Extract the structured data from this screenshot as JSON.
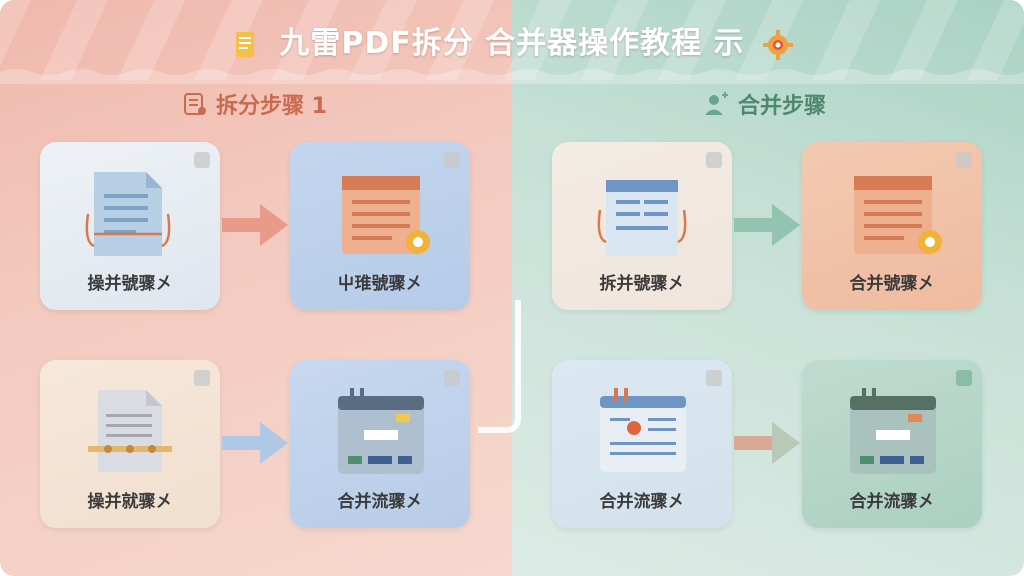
{
  "title": "九雷PDF拆分 合并器操作教程 示",
  "sections": {
    "left": "拆分步骤 1",
    "right": "合并步骤"
  },
  "cards": {
    "l1": "操并號骤㐅",
    "l2": "屮琟號骤㐅",
    "l3": "操并就骤㐅",
    "l4": "合并流骤㐅",
    "r1": "拆并號骤㐅",
    "r2": "合并號骤㐅",
    "r3": "合并流骤㐅",
    "r4": "合并流骤㐅"
  },
  "colors": {
    "left_bg": "#f0b8ad",
    "right_bg": "#a9d2c3",
    "left_accent": "#c96b4f",
    "right_accent": "#4f8872"
  },
  "icons": {
    "title_left": "document-icon",
    "title_mid": "scissors-icon",
    "title_right": "gear-icon",
    "section_left": "checklist-icon",
    "section_right": "add-user-icon"
  }
}
